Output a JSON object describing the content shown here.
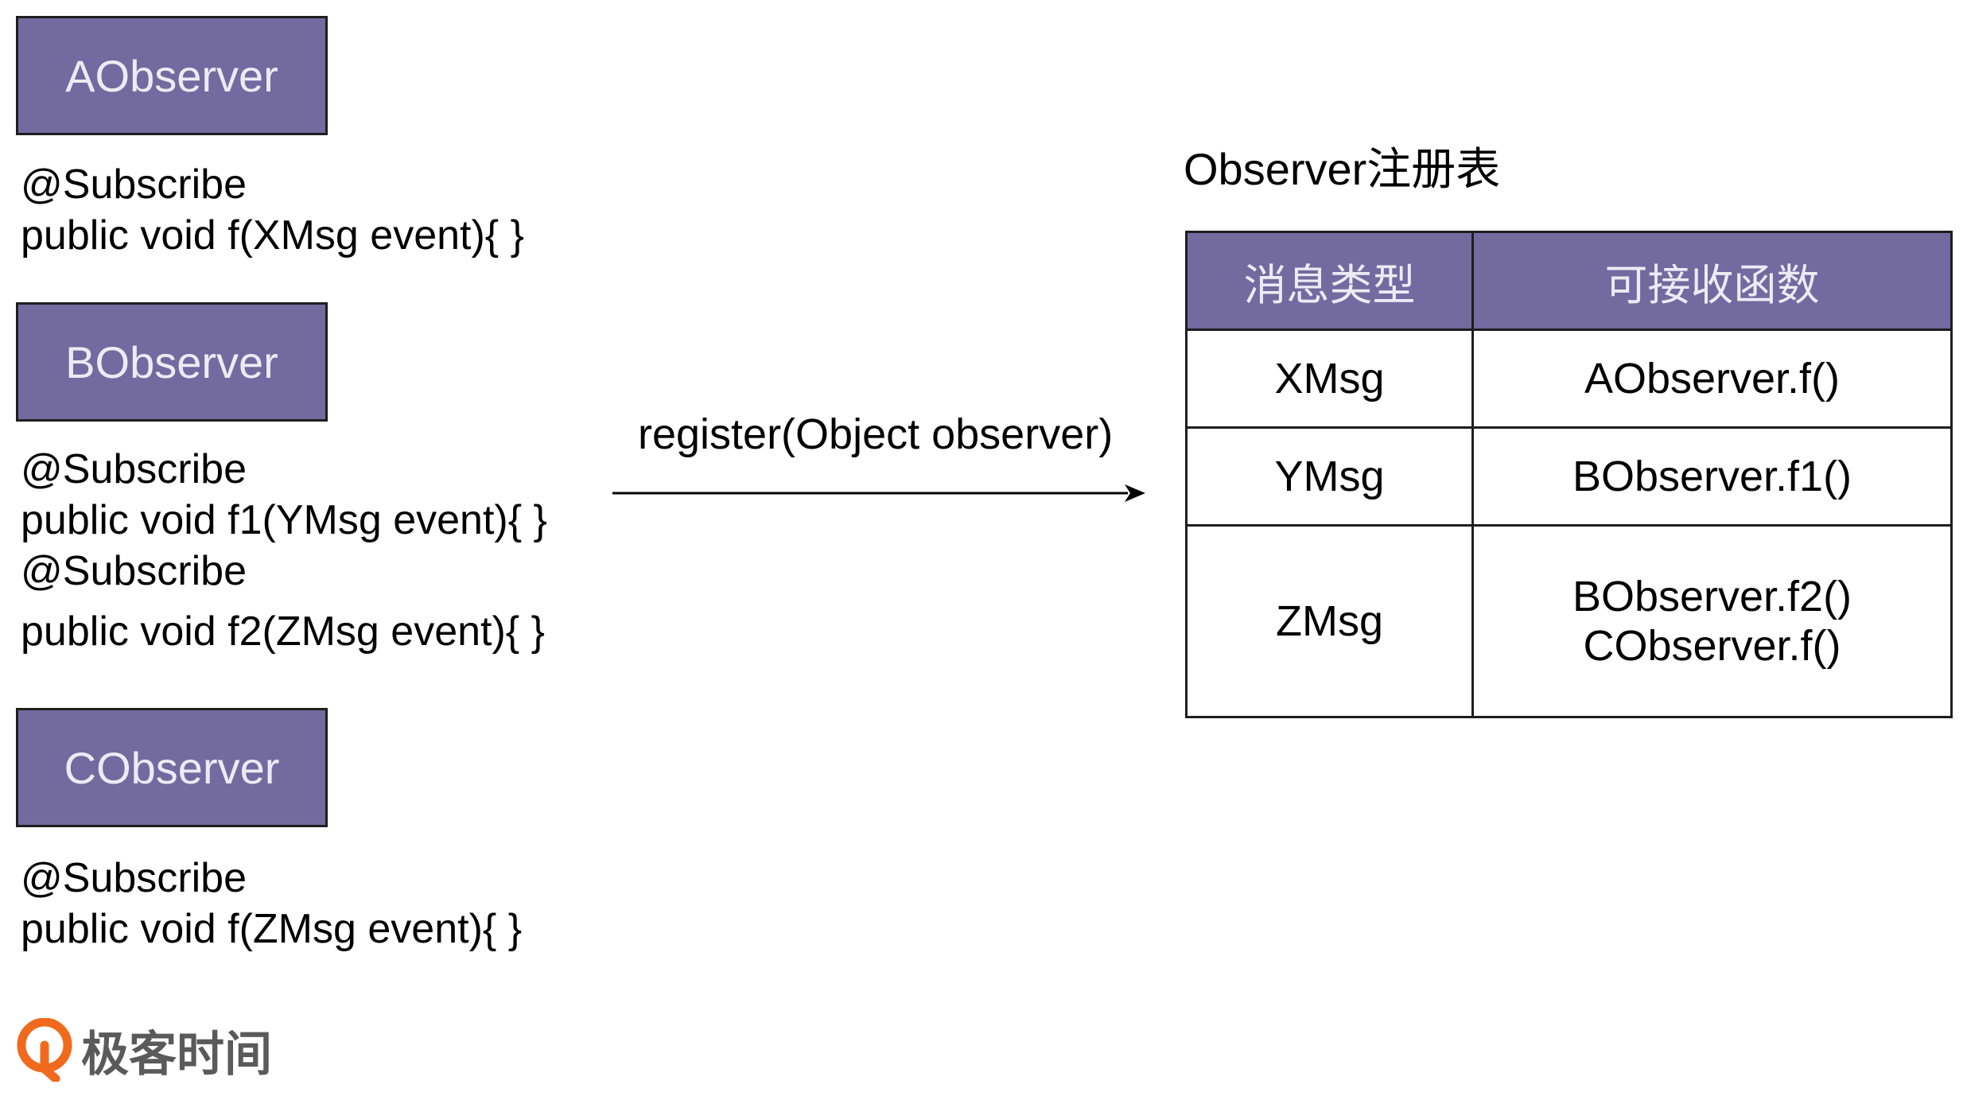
{
  "observers": [
    {
      "name": "AObserver",
      "code": [
        "@Subscribe",
        "public void f(XMsg event){ }"
      ]
    },
    {
      "name": "BObserver",
      "code": [
        "@Subscribe",
        "public void f1(YMsg event){ }",
        "@Subscribe",
        "public void f2(ZMsg event){ }"
      ]
    },
    {
      "name": "CObserver",
      "code": [
        "@Subscribe",
        "public void f(ZMsg event){ }"
      ]
    }
  ],
  "register_label": "register(Object observer)",
  "registry": {
    "title": "Observer注册表",
    "headers": [
      "消息类型",
      "可接收函数"
    ],
    "rows": [
      {
        "type": "XMsg",
        "functions": [
          "AObserver.f()"
        ]
      },
      {
        "type": "YMsg",
        "functions": [
          "BObserver.f1()"
        ]
      },
      {
        "type": "ZMsg",
        "functions": [
          "BObserver.f2()",
          "CObserver.f()"
        ]
      }
    ]
  },
  "brand": {
    "text": "极客时间",
    "logo_icon": "geektime-logo-icon"
  },
  "colors": {
    "box_fill": "#736aa0",
    "box_text": "#ecebf4",
    "border": "#1e1e1e",
    "logo_orange": "#f06a1d"
  }
}
